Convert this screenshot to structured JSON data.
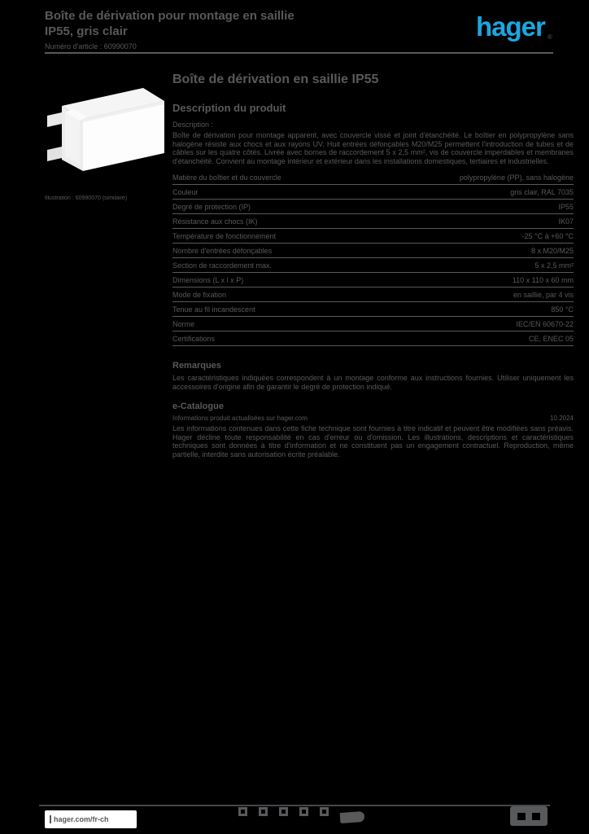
{
  "header": {
    "line1": "Boîte de dérivation pour montage en saillie",
    "line2": "IP55, gris clair",
    "line3": "Numéro d'article : 60990070",
    "logo_text": "hager",
    "logo_mark": "®"
  },
  "product": {
    "image_name": "junction-box-product-photo",
    "caption": "Illustration : 60990070 (similaire)"
  },
  "main": {
    "title": "Boîte de dérivation en saillie IP55",
    "section1_header": "Description du produit",
    "desc_label": "Description :",
    "description": "Boîte de dérivation pour montage apparent, avec couvercle vissé et joint d'étanchéité. Le boîtier en polypropylène sans halogène résiste aux chocs et aux rayons UV. Huit entrées défonçables M20/M25 permettent l'introduction de tubes et de câbles sur les quatre côtés. Livrée avec bornes de raccordement 5 x 2,5 mm², vis de couvercle imperdables et membranes d'étanchéité. Convient au montage intérieur et extérieur dans les installations domestiques, tertiaires et industrielles."
  },
  "specs": {
    "rows": [
      {
        "label": "Matière du boîtier et du couvercle",
        "value": "polypropylène (PP), sans halogène"
      },
      {
        "label": "Couleur",
        "value": "gris clair, RAL 7035"
      },
      {
        "label": "Degré de protection (IP)",
        "value": "IP55"
      },
      {
        "label": "Résistance aux chocs (IK)",
        "value": "IK07"
      },
      {
        "label": "Température de fonctionnement",
        "value": "-25 °C à +60 °C"
      },
      {
        "label": "Nombre d'entrées défonçables",
        "value": "8 x M20/M25"
      },
      {
        "label": "Section de raccordement max.",
        "value": "5 x 2,5 mm²"
      },
      {
        "label": "Dimensions (L x l x P)",
        "value": "110 x 110 x 60 mm"
      },
      {
        "label": "Mode de fixation",
        "value": "en saillie, par 4 vis"
      },
      {
        "label": "Tenue au fil incandescent",
        "value": "850 °C"
      },
      {
        "label": "Norme",
        "value": "IEC/EN 60670-22"
      },
      {
        "label": "Certifications",
        "value": "CE, ENEC 05"
      }
    ]
  },
  "remarks": {
    "header": "Remarques",
    "text": "Les caractéristiques indiquées correspondent à un montage conforme aux instructions fournies. Utiliser uniquement les accessoires d'origine afin de garantir le degré de protection indiqué."
  },
  "info": {
    "header": "e-Catalogue",
    "meta_label": "Informations produit actualisées sur hager.com",
    "date": "10.2024",
    "text": "Les informations contenues dans cette fiche technique sont fournies à titre indicatif et peuvent être modifiées sans préavis. Hager décline toute responsabilité en cas d'erreur ou d'omission. Les illustrations, descriptions et caractéristiques techniques sont données à titre d'information et ne constituent pas un engagement contractuel. Reproduction, même partielle, interdite sans autorisation écrite préalable."
  },
  "footer": {
    "website": "hager.com/fr-ch",
    "social_icons": [
      "facebook-icon",
      "x-icon",
      "linkedin-icon",
      "youtube-icon",
      "instagram-icon"
    ]
  },
  "colors": {
    "background": "#000000",
    "text_gray": "#58595B",
    "brand_blue": "#1CA6E0",
    "footer_box": "#FFFFFF"
  }
}
